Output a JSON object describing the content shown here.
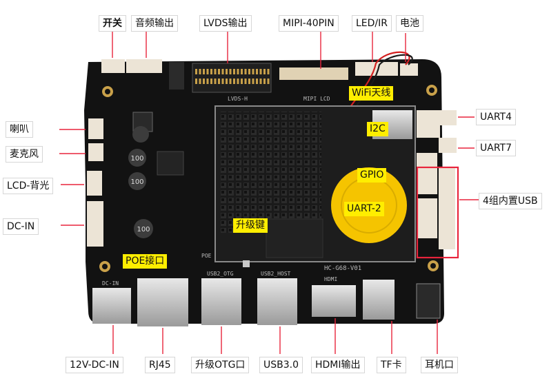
{
  "labels": {
    "top": {
      "switch": "开关",
      "audio_out": "音频输出",
      "lvds_out": "LVDS输出",
      "mipi": "MIPI-40PIN",
      "led_ir": "LED/IR",
      "battery": "电池"
    },
    "left": {
      "speaker": "喇叭",
      "mic": "麦克风",
      "lcd_backlight": "LCD-背光",
      "dc_in": "DC-IN"
    },
    "right": {
      "uart4": "UART4",
      "uart7": "UART7",
      "usb4": "4组内置USB"
    },
    "bottom": {
      "dc12": "12V-DC-IN",
      "rj45": "RJ45",
      "otg": "升级OTG口",
      "usb3": "USB3.0",
      "hdmi": "HDMI输出",
      "tf": "TF卡",
      "earphone": "耳机口"
    },
    "highlight": {
      "wifi": "WiFi天线",
      "i2c": "I2C",
      "gpio": "GPIO",
      "uart2": "UART-2",
      "upgrade_key": "升级键",
      "poe": "POE接口"
    }
  },
  "board": {
    "model": "HC-G68-V01",
    "silk_lvds": "LVDS-H",
    "silk_mipi": "MIPI LCD",
    "silk_hdmi": "HDMI",
    "silk_usb_otg": "USB2_OTG",
    "silk_usb_host": "USB2_HOST",
    "silk_dcin": "DC-IN",
    "silk_poe": "POE",
    "inductor_value": "100"
  },
  "colors": {
    "pcb": "#121212",
    "highlight": "#ffee00",
    "arrow": "#e8243c",
    "connector": "#ece4d6",
    "usb_box": "#e8243c"
  }
}
